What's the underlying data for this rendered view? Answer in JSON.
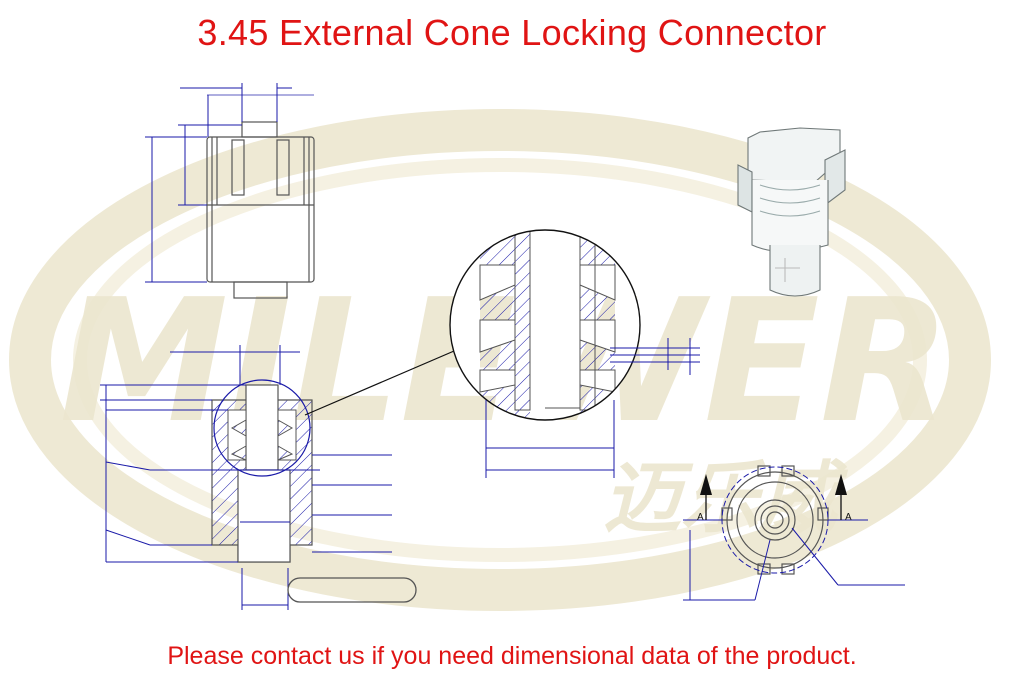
{
  "page": {
    "title": "3.45 External Cone Locking Connector",
    "footer_note": "Please contact us if you need dimensional data of the product."
  },
  "watermark": {
    "brand": "MILEWER",
    "brand_cn": "迈乐威"
  },
  "drawing": {
    "section_label": "A",
    "colors": {
      "title_red": "#e01414",
      "line_blue": "#1a1aa8",
      "part_gray": "#555555",
      "watermark": "#ece6cf"
    }
  }
}
